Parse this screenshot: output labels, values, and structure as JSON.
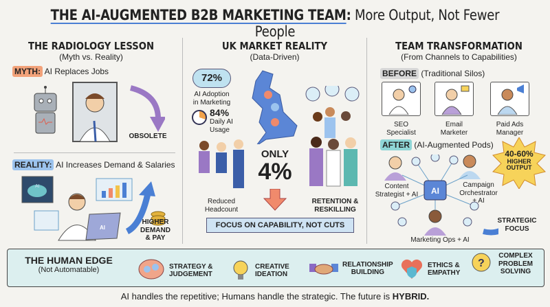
{
  "title": {
    "main": "THE AI-AUGMENTED B2B MARKETING TEAM",
    "sep": ":",
    "rest": " More Output, Not Fewer People"
  },
  "radiology": {
    "title": "THE RADIOLOGY LESSON",
    "subtitle": "(Myth vs. Reality)",
    "myth_tag": "MYTH:",
    "myth_text": "AI Replaces Jobs",
    "obsolete": "OBSOLETE",
    "reality_tag": "REALITY:",
    "reality_text": "AI Increases Demand & Salaries",
    "screen_ai": "AI",
    "laptop_ai": "AI",
    "higher": "HIGHER",
    "demand": "DEMAND",
    "pay": "& PAY"
  },
  "uk": {
    "title": "UK MARKET REALITY",
    "subtitle": "(Data-Driven)",
    "adoption_value": "72%",
    "adoption_label_1": "AI Adoption",
    "adoption_label_2": "in Marketing",
    "daily_value": "84%",
    "daily_label_1": "Daily AI",
    "daily_label_2": "Usage",
    "only": "ONLY",
    "only_value": "4%",
    "reduced_1": "Reduced",
    "reduced_2": "Headcount",
    "retention_1": "RETENTION &",
    "retention_2": "RESKILLING",
    "banner": "FOCUS ON CAPABILITY, NOT CUTS"
  },
  "team": {
    "title": "TEAM TRANSFORMATION",
    "subtitle": "(From Channels to Capabilities)",
    "before_tag": "BEFORE",
    "before_text": "(Traditional Silos)",
    "roles_before": [
      {
        "l1": "SEO",
        "l2": "Specialist"
      },
      {
        "l1": "Email",
        "l2": "Marketer"
      },
      {
        "l1": "Paid Ads",
        "l2": "Manager"
      }
    ],
    "after_tag": "AFTER",
    "after_text": "(AI-Augmented Pods)",
    "hub": "AI",
    "pod_content_1": "Content",
    "pod_content_2": "Strategist + AI",
    "pod_campaign_1": "Campaign",
    "pod_campaign_2": "Orchestrator",
    "pod_campaign_3": "+ AI",
    "pod_ops": "Marketing Ops + AI",
    "output_value": "40-60%",
    "output_l1": "HIGHER",
    "output_l2": "OUTPUT",
    "strategic_1": "STRATEGIC",
    "strategic_2": "FOCUS",
    "badge": "AI"
  },
  "edge": {
    "title": "THE HUMAN EDGE",
    "subtitle": "(Not Automatable)",
    "items": [
      {
        "l1": "STRATEGY &",
        "l2": "JUDGEMENT",
        "l3": "",
        "icon": "brain-gears-icon"
      },
      {
        "l1": "CREATIVE",
        "l2": "IDEATION",
        "l3": "",
        "icon": "lightbulb-icon"
      },
      {
        "l1": "RELATIONSHIP",
        "l2": "BUILDING",
        "l3": "",
        "icon": "handshake-icon"
      },
      {
        "l1": "ETHICS &",
        "l2": "EMPATHY",
        "l3": "",
        "icon": "heart-shield-icon"
      },
      {
        "l1": "COMPLEX",
        "l2": "PROBLEM",
        "l3": "SOLVING",
        "icon": "question-bubble-icon"
      }
    ]
  },
  "footer": {
    "text": "AI handles the repetitive; Humans handle the strategic. The future is ",
    "bold": "HYBRID."
  },
  "colors": {
    "myth": "#f2a27a",
    "reality": "#9cc3ee",
    "after": "#8fd6d6",
    "before": "#d8d8d8",
    "arrow_blue": "#4a7fd4",
    "arrow_purple": "#9a78c4",
    "arrow_down": "#f08a6c",
    "edge_band": "#dcefef",
    "burst": "#f7d35a"
  }
}
